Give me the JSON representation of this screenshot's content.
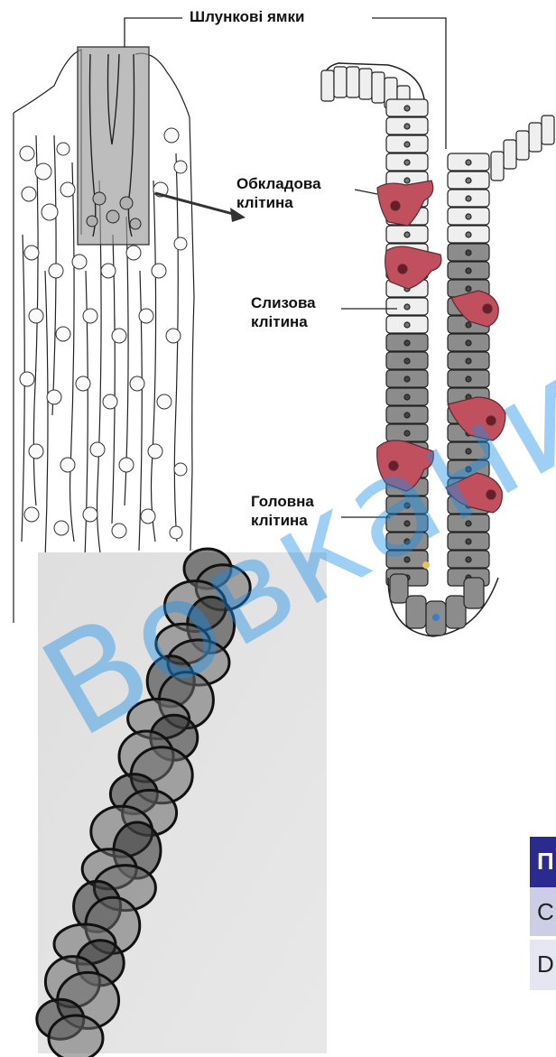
{
  "labels": {
    "gastric_pits": "Шлункові ямки",
    "parietal_cell": [
      "Обкладова",
      "клітина"
    ],
    "mucous_cell": [
      "Слизова",
      "клітина"
    ],
    "chief_cell": [
      "Головна",
      "клітина"
    ]
  },
  "watermark": "Вовкани",
  "table_fragment": {
    "header": "П",
    "row1": "С",
    "row2": "D"
  },
  "colors": {
    "parietal": "#c0505e",
    "chief": "#8c8c8c",
    "mucous": "#efefef",
    "accent": "#2b2b8f",
    "watermark": "#1a8fe8"
  }
}
